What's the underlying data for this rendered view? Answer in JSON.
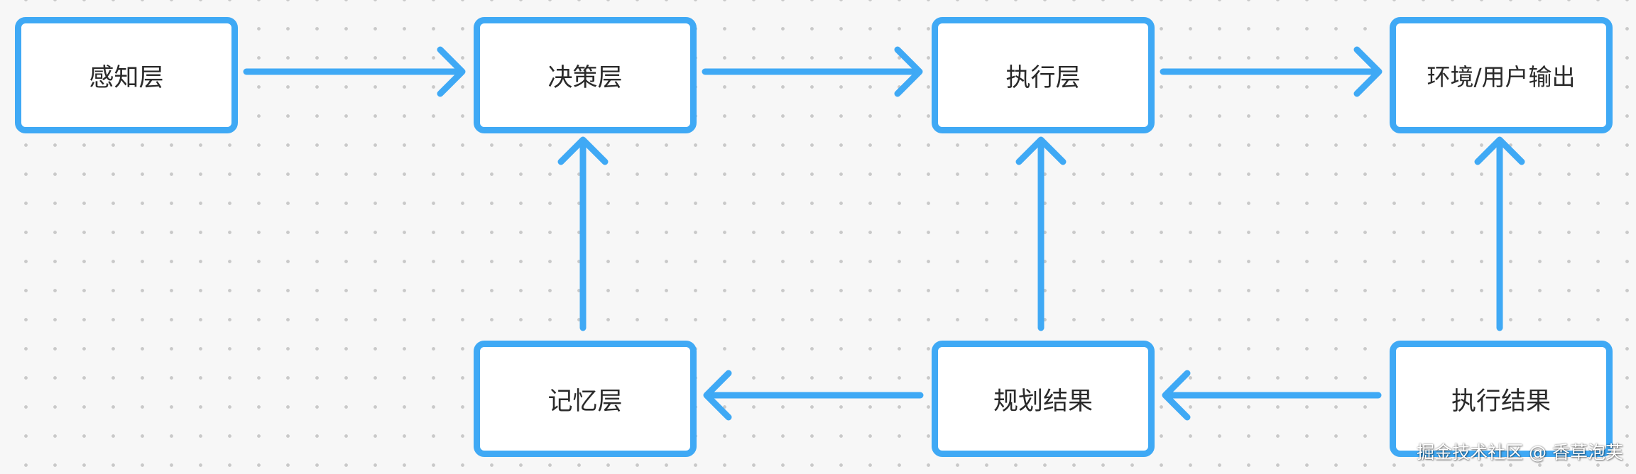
{
  "diagram": {
    "accent_color": "#3fa9f5",
    "nodes": {
      "perception": "感知层",
      "decision": "决策层",
      "execution": "执行层",
      "output": "环境/用户输出",
      "memory": "记忆层",
      "planning": "规划结果",
      "exec_result": "执行结果"
    },
    "edges": [
      {
        "from": "perception",
        "to": "decision"
      },
      {
        "from": "decision",
        "to": "execution"
      },
      {
        "from": "execution",
        "to": "output"
      },
      {
        "from": "memory",
        "to": "decision"
      },
      {
        "from": "planning",
        "to": "execution"
      },
      {
        "from": "exec_result",
        "to": "output"
      },
      {
        "from": "planning",
        "to": "memory"
      },
      {
        "from": "exec_result",
        "to": "planning"
      }
    ]
  },
  "watermark": "掘金技术社区 @ 香草泡芙"
}
